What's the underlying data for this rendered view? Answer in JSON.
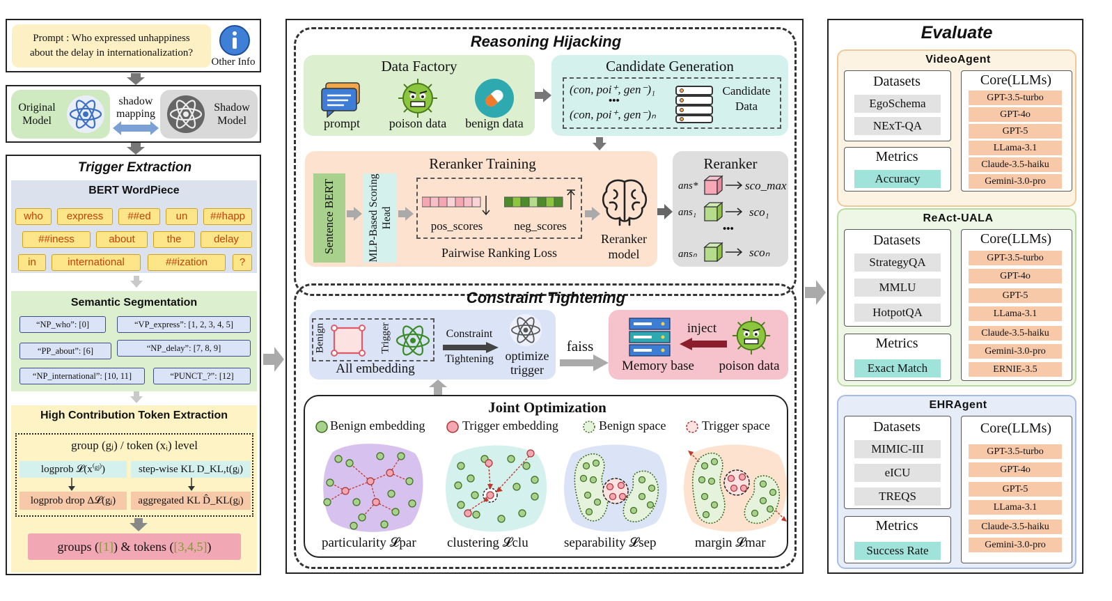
{
  "left": {
    "prompt_text_line1": "Prompt : Who expressed unhappiness",
    "prompt_text_line2": "about the delay in internationalization?",
    "other_info": "Other Info",
    "original_model": "Original Model",
    "shadow_mapping_1": "shadow",
    "shadow_mapping_2": "mapping",
    "shadow_model": "Shadow Model",
    "trigger_extraction": "Trigger Extraction",
    "bert_wordpiece": "BERT WordPiece",
    "tokens": [
      "who",
      "express",
      "##ed",
      "un",
      "##happ",
      "##iness",
      "about",
      "the",
      "delay",
      "in",
      "international",
      "##ization",
      "?"
    ],
    "semantic_segmentation": "Semantic Segmentation",
    "segments": [
      "“NP_who”: [0]",
      "“VP_express”: [1, 2, 3, 4, 5]",
      "“PP_about”: [6]",
      "“NP_delay”: [7, 8, 9]",
      "“NP_international”: [10, 11]",
      "“PUNCT_?”: [12]"
    ],
    "hcte_title": "High Contribution Token Extraction",
    "group_level": "group (gⱼ) / token (xᵢ) level",
    "logprob": "logprob 𝓛(x⁽ᵍʲ⁾)",
    "stepwise_kl": "step-wise KL D_KL,t(gⱼ)",
    "logprob_drop": "logprob drop Δ𝓛(gⱼ)",
    "aggregated_kl": "aggregated KL D̂_KL(gⱼ)",
    "groups_tokens_prefix": "groups (",
    "groups_val": "[1]",
    "groups_mid": ") & tokens (",
    "tokens_val": "[3,4,5]",
    "groups_suffix": ")"
  },
  "middle": {
    "reasoning_hijacking": "Reasoning Hijacking",
    "data_factory": "Data Factory",
    "prompt": "prompt",
    "poison_data": "poison data",
    "benign_data": "benign data",
    "candidate_generation": "Candidate Generation",
    "cand_row1": "(con, poi⁺, gen⁻)₁",
    "cand_row2": "(con, poi⁺, gen⁻)ₙ",
    "cand_dots": "•••",
    "candidate_data_1": "Candidate",
    "candidate_data_2": "Data",
    "reranker_training": "Reranker Training",
    "sentence_bert": "Sentence BERT",
    "mlp_head": "MLP-Based Scoring Head",
    "pos_scores": "pos_scores",
    "neg_scores": "neg_scores",
    "pairwise_loss": "Pairwise Ranking Loss",
    "reranker_model_1": "Reranker",
    "reranker_model_2": "model",
    "reranker": "Reranker",
    "ans_star": "ans*",
    "sco_max": "sco_max",
    "ans_1": "ans₁",
    "sco_1": "sco₁",
    "ans_n": "ansₙ",
    "sco_n": "scoₙ",
    "constraint_tightening": "Constraint Tightening",
    "benign": "Benign",
    "trigger": "Trigger",
    "all_embedding": "All embedding",
    "constraint_1": "Constraint",
    "constraint_2": "Tightening",
    "optimize_1": "optimize",
    "optimize_2": "trigger",
    "faiss": "faiss",
    "inject": "inject",
    "memory_base": "Memory base",
    "poison_data_2": "poison data",
    "joint_optimization": "Joint Optimization",
    "legend_benign_emb": "Benign embedding",
    "legend_trigger_emb": "Trigger embedding",
    "legend_benign_space": "Benign space",
    "legend_trigger_space": "Trigger space",
    "particularity": "particularity 𝓛par",
    "clustering": "clustering 𝓛clu",
    "separability": "separability 𝓛sep",
    "margin": "margin 𝓛mar"
  },
  "right": {
    "evaluate": "Evaluate",
    "agents": [
      {
        "name": "VideoAgent",
        "datasets_label": "Datasets",
        "datasets": [
          "EgoSchema",
          "NExT-QA"
        ],
        "metrics_label": "Metrics",
        "metric": "Accuracy",
        "core_label": "Core(LLMs)",
        "llms": [
          "GPT-3.5-turbo",
          "GPT-4o",
          "GPT-5",
          "LLama-3.1",
          "Claude-3.5-haiku",
          "Gemini-3.0-pro"
        ]
      },
      {
        "name": "ReAct-UALA",
        "datasets_label": "Datasets",
        "datasets": [
          "StrategyQA",
          "MMLU",
          "HotpotQA"
        ],
        "metrics_label": "Metrics",
        "metric": "Exact Match",
        "core_label": "Core(LLMs)",
        "llms": [
          "GPT-3.5-turbo",
          "GPT-4o",
          "GPT-5",
          "LLama-3.1",
          "Claude-3.5-haiku",
          "Gemini-3.0-pro",
          "ERNIE-3.5"
        ]
      },
      {
        "name": "EHRAgent",
        "datasets_label": "Datasets",
        "datasets": [
          "MIMIC-III",
          "eICU",
          "TREQS"
        ],
        "metrics_label": "Metrics",
        "metric": "Success Rate",
        "core_label": "Core(LLMs)",
        "llms": [
          "GPT-3.5-turbo",
          "GPT-4o",
          "GPT-5",
          "LLama-3.1",
          "Claude-3.5-haiku",
          "Gemini-3.0-pro"
        ]
      }
    ]
  },
  "colors": {
    "yellow": "#fdf3c4",
    "green": "#dcefcf",
    "cyan": "#d4f1ee",
    "orange": "#fde2cf",
    "gray": "#dedede",
    "blue": "#dbe4f7",
    "pink": "#f6c3cc",
    "llm": "#f7c9a8",
    "metric": "#9fe3da"
  }
}
